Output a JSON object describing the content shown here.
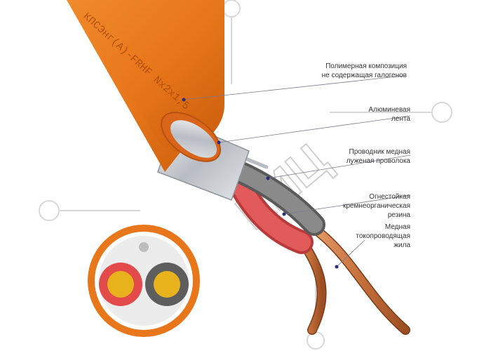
{
  "product": {
    "cable_marking": "КПСЭнг(А)-FRHF Nx2x1,5",
    "watermark": "КИЦ"
  },
  "callouts": [
    {
      "id": "sheath",
      "lines": [
        "Полимерная композиция",
        "не содержащая галогенов"
      ]
    },
    {
      "id": "foil",
      "lines": [
        "Алюминевая",
        "лента"
      ]
    },
    {
      "id": "drain",
      "lines": [
        "Проводник медная",
        "луженая проволока"
      ]
    },
    {
      "id": "insulation",
      "lines": [
        "Огнестойкая",
        "кремнеорганическая",
        "резина"
      ]
    },
    {
      "id": "conductor",
      "lines": [
        "Медная",
        "токопроводящая",
        "жила"
      ]
    }
  ],
  "colors": {
    "sheath": "#e8761a",
    "sheath_dark": "#c95d0c",
    "foil": "#c9cdd1",
    "drain": "#9aa0a6",
    "core_red": "#e34b4b",
    "core_grey": "#6e6e6e",
    "copper": "#c9733e",
    "leader": "#7a7a8a",
    "watermark": "#d0d0d0"
  }
}
